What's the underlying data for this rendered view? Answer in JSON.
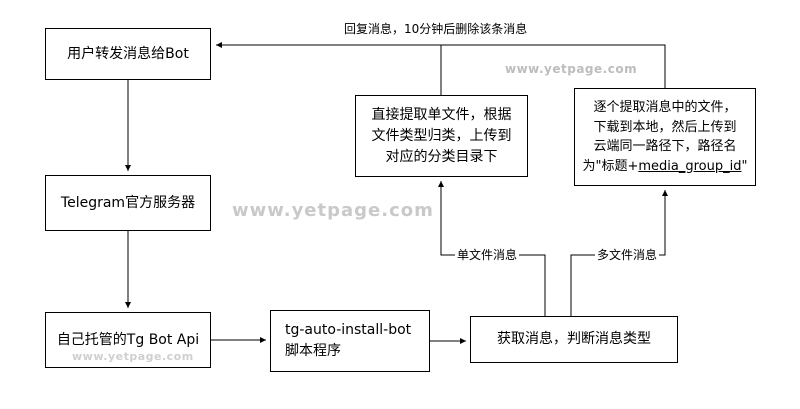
{
  "diagram": {
    "nodes": {
      "user_forward": {
        "label": "用户转发消息给Bot"
      },
      "telegram_server": {
        "label": "Telegram官方服务器"
      },
      "self_hosted_api": {
        "label": "自己托管的Tg Bot Api"
      },
      "bot_script": {
        "line1": "tg-auto-install-bot",
        "line2": "脚本程序"
      },
      "get_message": {
        "label": "获取消息，判断消息类型"
      },
      "single_file": {
        "lines": [
          "直接提取单文件，根据",
          "文件类型归类，上传到",
          "对应的分类目录下"
        ]
      },
      "multi_file": {
        "lines": [
          "逐个提取消息中的文件，",
          "下载到本地，然后上传到",
          "云端同一路径下，路径名"
        ],
        "last_line_prefix": "为\"标题+",
        "last_line_underlined": "media_group_id",
        "last_line_suffix": "\""
      }
    },
    "edge_labels": {
      "reply": "回复消息，10分钟后删除该条消息",
      "single": "单文件消息",
      "multi": "多文件消息"
    },
    "watermark": "www.yetpage.com",
    "colors": {
      "background": "#ffffff",
      "border": "#000000",
      "text": "#000000",
      "watermark": "#c6c6c6"
    }
  }
}
